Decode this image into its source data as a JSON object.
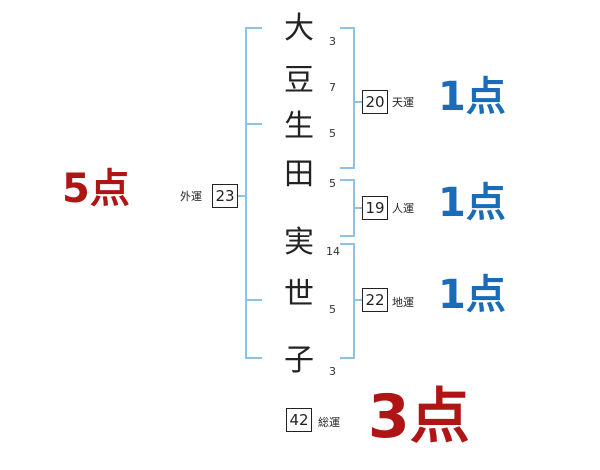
{
  "name_chars": [
    "大",
    "豆",
    "生",
    "田",
    "実",
    "世",
    "子"
  ],
  "strokes": [
    "3",
    "7",
    "5",
    "5",
    "14",
    "5",
    "3"
  ],
  "fortunes": {
    "tenun": {
      "label": "天運",
      "value": "20",
      "score": "1点"
    },
    "jinun": {
      "label": "人運",
      "value": "19",
      "score": "1点"
    },
    "chiun": {
      "label": "地運",
      "value": "22",
      "score": "1点"
    },
    "gaiun": {
      "label": "外運",
      "value": "23",
      "score": "5点"
    },
    "souun": {
      "label": "総運",
      "value": "42",
      "score": "3点"
    }
  },
  "colors": {
    "bracket": "#8cc2e8",
    "blue_score": "#1a6bb8",
    "red_score": "#b01515"
  }
}
